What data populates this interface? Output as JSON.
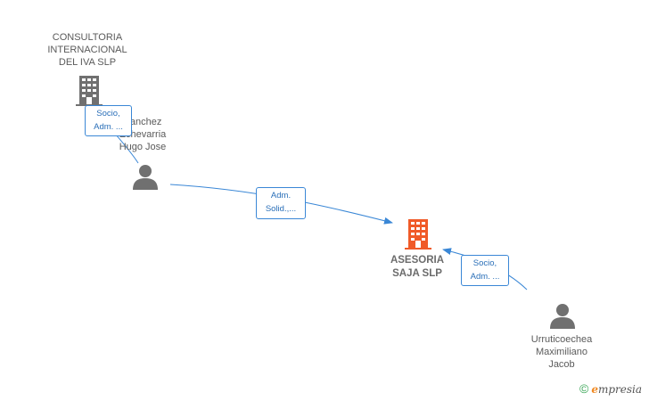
{
  "nodes": {
    "consultoria": {
      "label": "CONSULTORIA\nINTERNACIONAL\nDEL IVA SLP"
    },
    "sanchez": {
      "label": "Sanchez\nEchevarria\nHugo Jose"
    },
    "asesoria": {
      "label": "ASESORIA\nSAJA SLP"
    },
    "urruticoechea": {
      "label": "Urruticoechea\nMaximiliano\nJacob"
    }
  },
  "edges": {
    "sanchez_consultoria": {
      "label": "Socio,\nAdm. ..."
    },
    "sanchez_asesoria": {
      "label": "Adm.\nSolid.,..."
    },
    "urruticoechea_asesoria": {
      "label": "Socio,\nAdm. ..."
    }
  },
  "footer": {
    "copyright": "©",
    "brand_initial": "e",
    "brand_rest": "mpresia"
  },
  "colors": {
    "edge": "#3a87d6",
    "company": "#707070",
    "company_main": "#f05a28",
    "person": "#707070"
  }
}
